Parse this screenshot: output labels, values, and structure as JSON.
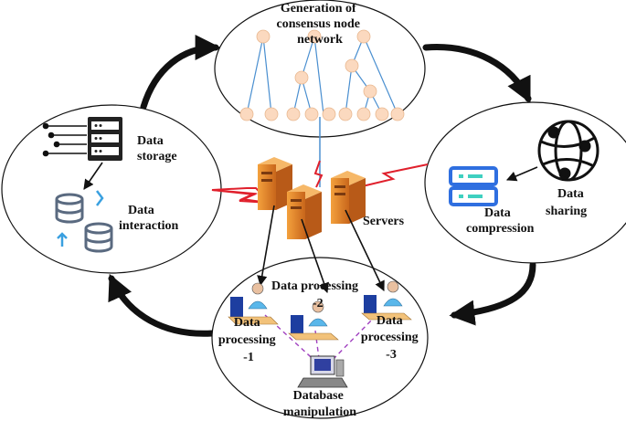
{
  "top": {
    "title_lines": [
      "Generation of",
      "consensus node",
      "network"
    ]
  },
  "left": {
    "storage_lines": [
      "Data",
      "storage"
    ],
    "interaction_lines": [
      "Data",
      "interaction"
    ]
  },
  "right": {
    "compression_lines": [
      "Data",
      "compression"
    ],
    "sharing_lines": [
      "Data",
      "sharing"
    ]
  },
  "center": {
    "servers_label": "Servers"
  },
  "bottom": {
    "processing_2_lines": [
      "Data processing",
      "-2"
    ],
    "processing_1_lines": [
      "Data",
      "processing",
      "-1"
    ],
    "processing_3_lines": [
      "Data",
      "processing",
      "-3"
    ],
    "database_lines": [
      "Database",
      "manipulation"
    ]
  },
  "colors": {
    "node_fill": "#fbd9bf",
    "node_stroke": "#e9b890",
    "tree_line": "#4a8fd0",
    "lightning": "#e0202c",
    "server_orange": "#e98a2a",
    "db_blue": "#2f6fe0",
    "dashed_link": "#a040c0",
    "arrow": "#111111"
  },
  "icons": {
    "storage": "server-rack-icon",
    "interaction": "database-sync-icon",
    "compression": "compression-server-icon",
    "sharing": "globe-network-icon",
    "servers": "server-tower-icon",
    "worker": "workstation-user-icon",
    "database_pc": "computer-terminal-icon"
  }
}
